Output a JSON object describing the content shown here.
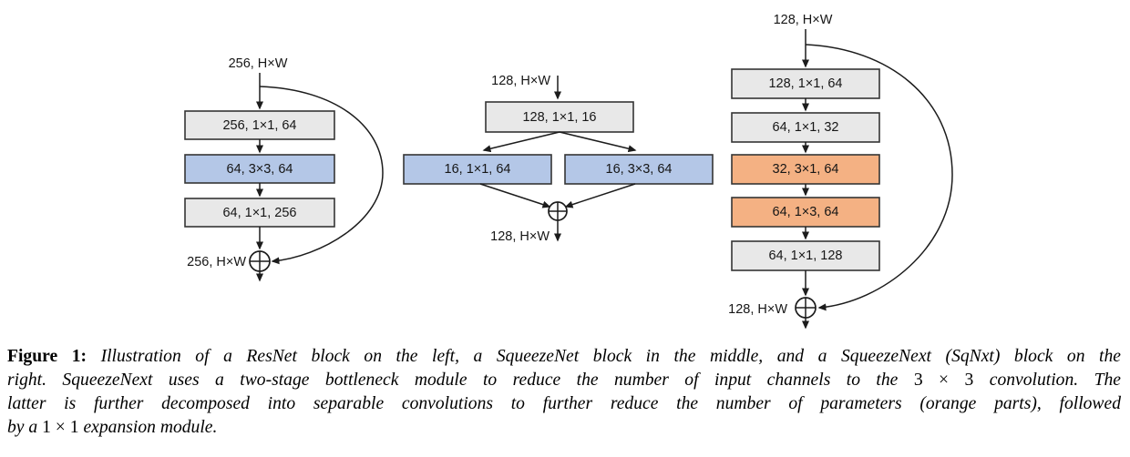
{
  "colors": {
    "box_gray": "#e8e8e8",
    "box_blue": "#b4c7e7",
    "box_orange": "#f4b183",
    "box_border": "#353535",
    "line": "#1c1c1c"
  },
  "diagrams": {
    "resnet": {
      "input_label": "256, H×W",
      "layers": [
        {
          "label": "256, 1×1, 64"
        },
        {
          "label": "64, 3×3, 64"
        },
        {
          "label": "64, 1×1, 256"
        }
      ],
      "output_label": "256, H×W"
    },
    "squeezenet": {
      "input_label": "128, H×W",
      "squeeze_layer": {
        "label": "128, 1×1, 16"
      },
      "expand_layers": [
        {
          "label": "16, 1×1, 64"
        },
        {
          "label": "16, 3×3, 64"
        }
      ],
      "output_label": "128, H×W"
    },
    "squeezenext": {
      "input_label": "128, H×W",
      "layers": [
        {
          "label": "128, 1×1, 64"
        },
        {
          "label": "64, 1×1, 32"
        },
        {
          "label": "32, 3×1, 64"
        },
        {
          "label": "64, 1×3, 64"
        },
        {
          "label": "64, 1×1, 128"
        }
      ],
      "output_label": "128, H×W"
    }
  },
  "caption": {
    "l1_label": "Figure 1:",
    "l1_text": "Illustration of a ResNet block on the left, a SqueezeNet block in the middle, and a SqueezeNext (SqNxt) block on the",
    "l2_a": "right. SqueezeNext uses a two-stage bottleneck module to reduce the number of input channels to the",
    "l2_math": "3 × 3",
    "l2_b": "convolution. The",
    "l3": "latter is further decomposed into separable convolutions to further reduce the number of parameters (orange parts), followed",
    "l4_a": "by a",
    "l4_math": "1 × 1",
    "l4_b": "expansion module."
  }
}
